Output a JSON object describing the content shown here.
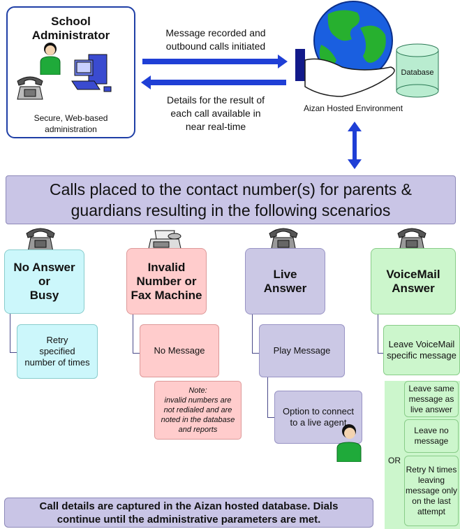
{
  "admin": {
    "title_line1": "School",
    "title_line2": "Administrator",
    "subtitle_line1": "Secure, Web-based",
    "subtitle_line2": "administration"
  },
  "arrows": {
    "top_line1": "Message recorded and",
    "top_line2": "outbound calls initiated",
    "bottom_line1": "Details for the result of",
    "bottom_line2": "each call available in",
    "bottom_line3": "near real-time"
  },
  "environment": {
    "label": "Aizan Hosted Environment",
    "database_label": "Database"
  },
  "banner": {
    "line1": "Calls placed to the contact number(s) for parents &",
    "line2": "guardians resulting in the following scenarios"
  },
  "scenarios": {
    "no_answer": {
      "line1": "No Answer",
      "line2": "or",
      "line3": "Busy",
      "action_line1": "Retry",
      "action_line2": "specified",
      "action_line3": "number of times"
    },
    "invalid": {
      "line1": "Invalid",
      "line2": "Number or",
      "line3": "Fax Machine",
      "action": "No Message",
      "note_line1": "Note:",
      "note_line2": "invalid numbers are",
      "note_line3": "not redialed and are",
      "note_line4": "noted in the database",
      "note_line5": "and reports"
    },
    "live": {
      "line1": "Live",
      "line2": "Answer",
      "action": "Play Message",
      "option_line1": "Option to connect",
      "option_line2": "to a live agent"
    },
    "voicemail": {
      "line1": "VoiceMail",
      "line2": "Answer",
      "action_line1": "Leave VoiceMail",
      "action_line2": "specific message",
      "or_label": "OR",
      "opt1_line1": "Leave same",
      "opt1_line2": "message as",
      "opt1_line3": "live answer",
      "opt2_line1": "Leave no",
      "opt2_line2": "message",
      "opt3_line1": "Retry N times",
      "opt3_line2": "leaving",
      "opt3_line3": "message only",
      "opt3_line4": "on the last",
      "opt3_line5": "attempt"
    }
  },
  "footer": {
    "line1": "Call details are captured in the Aizan hosted database.  Dials",
    "line2": "continue until the administrative parameters are met."
  },
  "colors": {
    "arrow_blue": "#1f3fd6",
    "banner_lavender": "#c9c5e6",
    "cyan": "#ccf7fb",
    "pink": "#ffcccc",
    "lavender": "#cbc8e5",
    "green": "#ccf6cc"
  },
  "icons": [
    "person-icon",
    "telephone-icon",
    "computer-icon",
    "globe-icon",
    "hand-icon",
    "database-icon",
    "fax-icon",
    "agent-icon"
  ]
}
